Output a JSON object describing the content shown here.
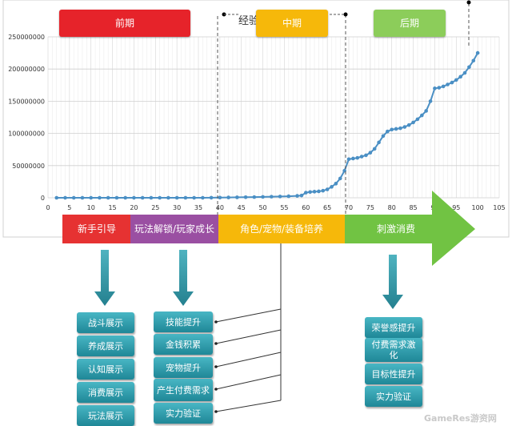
{
  "chart_data": {
    "type": "line",
    "title": "经验",
    "xlabel": "",
    "ylabel": "",
    "x_ticks": [
      0,
      5,
      10,
      15,
      20,
      25,
      30,
      35,
      40,
      45,
      50,
      55,
      60,
      65,
      70,
      75,
      80,
      85,
      90,
      95,
      100,
      105
    ],
    "y_ticks": [
      "0",
      "50000000",
      "100000000",
      "150000000",
      "200000000",
      "250000000"
    ],
    "xlim": [
      0,
      105
    ],
    "ylim": [
      0,
      250000000
    ],
    "grid": true,
    "series": [
      {
        "x": [
          2,
          4,
          6,
          8,
          10,
          12,
          14,
          16,
          18,
          20,
          22,
          24,
          26,
          28,
          30,
          32,
          34,
          36,
          38,
          40,
          42,
          44,
          46,
          48,
          50,
          52,
          54,
          56,
          58,
          59,
          60,
          61,
          62,
          63,
          64,
          65,
          66,
          67,
          68,
          69,
          70,
          71,
          72,
          73,
          74,
          75,
          76,
          77,
          78,
          79,
          80,
          81,
          82,
          83,
          84,
          85,
          86,
          87,
          88,
          89,
          90,
          91,
          92,
          93,
          94,
          95,
          96,
          97,
          98,
          99,
          100
        ],
        "y": [
          0,
          0,
          0,
          0,
          0,
          0,
          0,
          0,
          0,
          0,
          0,
          0,
          0,
          0,
          0,
          0,
          0,
          0,
          100000,
          300000,
          500000,
          700000,
          900000,
          1100000,
          1400000,
          1700000,
          2000000,
          2400000,
          3000000,
          3500000,
          8000000,
          9000000,
          9500000,
          10000000,
          11000000,
          13000000,
          17000000,
          22000000,
          30000000,
          42000000,
          60000000,
          61000000,
          62000000,
          64000000,
          66000000,
          70000000,
          76000000,
          86000000,
          96000000,
          103000000,
          106000000,
          107000000,
          108000000,
          110000000,
          113000000,
          117000000,
          122000000,
          128000000,
          135000000,
          150000000,
          170000000,
          171000000,
          173000000,
          176000000,
          179000000,
          183000000,
          188000000,
          194000000,
          203000000,
          213000000,
          225000000
        ]
      }
    ],
    "color": "#4a8fc4"
  },
  "phases": {
    "early": {
      "label": "前期",
      "color": "#e6232a"
    },
    "mid": {
      "label": "中期",
      "color": "#f6b80a"
    },
    "late": {
      "label": "后期",
      "color": "#8ccd5a"
    }
  },
  "stages": [
    {
      "label": "新手引导",
      "color": "#e63232"
    },
    {
      "label": "玩法解锁/玩家成长",
      "color": "#9a4fa2"
    },
    {
      "label": "角色/宠物/装备培养",
      "color": "#f6b80a"
    },
    {
      "label": "刺激消费",
      "color": "#71c343"
    }
  ],
  "col1": [
    "战斗展示",
    "养成展示",
    "认知展示",
    "消费展示",
    "玩法展示"
  ],
  "col2": [
    "技能提升",
    "金钱积累",
    "宠物提升",
    "产生付费需求",
    "实力验证"
  ],
  "col3": [
    "荣誉感提升",
    "付费需求激化",
    "目标性提升",
    "实力验证"
  ],
  "watermark": "GameRes游资网"
}
